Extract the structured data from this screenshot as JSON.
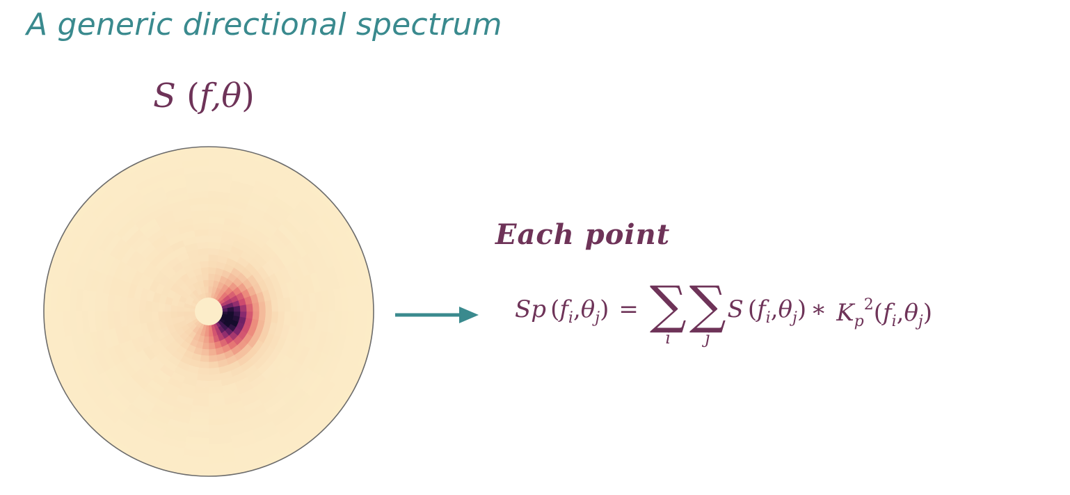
{
  "title": "A generic directional spectrum",
  "spectrum_label": {
    "symbol": "S",
    "open_paren": "(",
    "args": "f,θ",
    "close_paren": ")"
  },
  "each_point": "Each point",
  "formula": {
    "lhs_symbol": "Sp",
    "open": "(",
    "close": ")",
    "f": "f",
    "i": "i",
    "theta": "θ",
    "j": "j",
    "comma": ",",
    "equals": "=",
    "sigma": "∑",
    "sum_index_1": "i",
    "sum_index_2": "j",
    "S": "S",
    "times": "∗",
    "K": "K",
    "p": "p",
    "power": "2"
  },
  "colors": {
    "title": "#3A8A8E",
    "formula": "#6E3358",
    "arrow": "#3A8A8E",
    "polar_light": "#FCEDC9",
    "polar_dark": "#1A0F33"
  },
  "icons": {
    "arrow": "right-arrow-icon"
  }
}
